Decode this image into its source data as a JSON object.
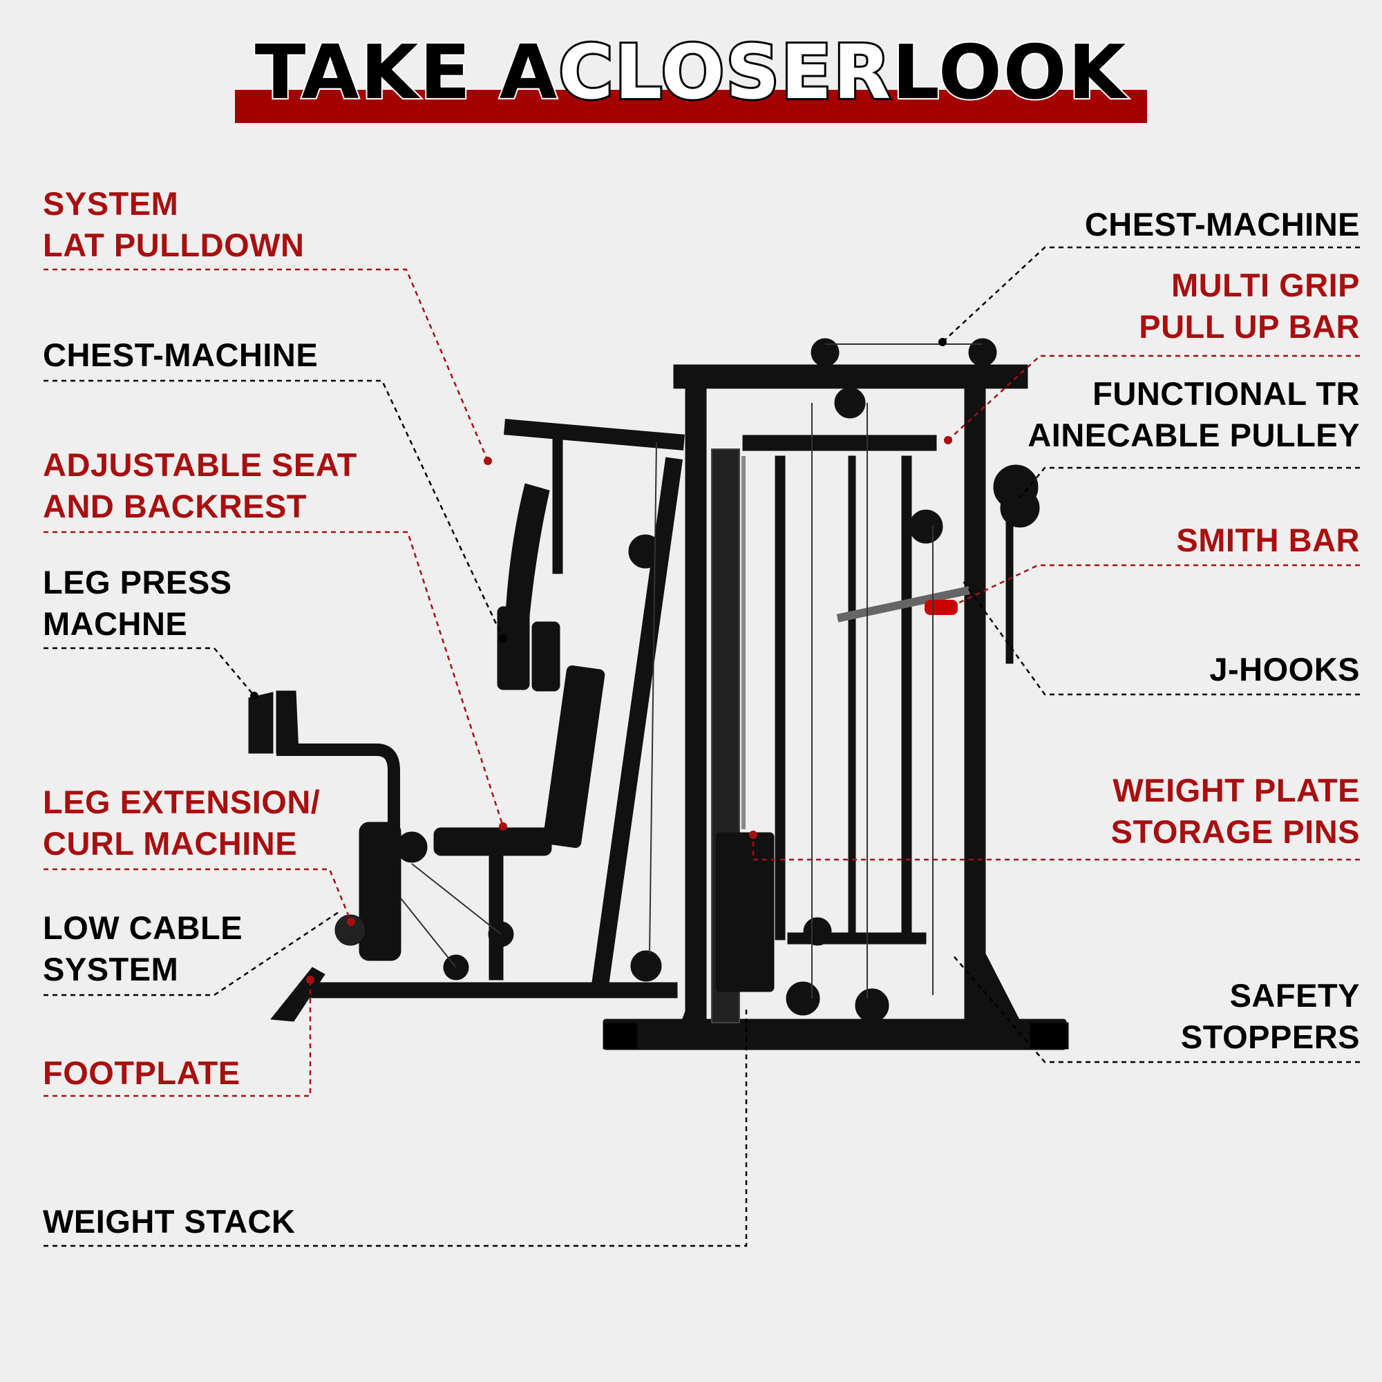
{
  "title": {
    "words": [
      {
        "text": "TAKE A ",
        "style": "black"
      },
      {
        "text": "CLOSER",
        "style": "white"
      },
      {
        "text": " LOOK",
        "style": "black"
      }
    ]
  },
  "colors": {
    "accent_red": "#a80f0f",
    "bar_red": "#a50000",
    "background": "#efefef",
    "text_black": "#000000"
  },
  "labels_left": [
    {
      "lines": [
        "SYSTEM",
        "LAT PULLDOWN"
      ],
      "color": "red"
    },
    {
      "lines": [
        "CHEST-MACHINE"
      ],
      "color": "black"
    },
    {
      "lines": [
        "ADJUSTABLE SEAT",
        "AND BACKREST"
      ],
      "color": "red"
    },
    {
      "lines": [
        "LEG PRESS",
        "MACHNE"
      ],
      "color": "black"
    },
    {
      "lines": [
        "LEG EXTENSION/",
        "CURL MACHINE"
      ],
      "color": "red"
    },
    {
      "lines": [
        "LOW CABLE",
        "SYSTEM"
      ],
      "color": "black"
    },
    {
      "lines": [
        "FOOTPLATE"
      ],
      "color": "red"
    },
    {
      "lines": [
        "WEIGHT STACK"
      ],
      "color": "black"
    }
  ],
  "labels_right": [
    {
      "lines": [
        "CHEST-MACHINE"
      ],
      "color": "black"
    },
    {
      "lines": [
        "MULTI GRIP",
        "PULL UP BAR"
      ],
      "color": "red"
    },
    {
      "lines": [
        "FUNCTIONAL TR",
        "AINECABLE PULLEY"
      ],
      "color": "black"
    },
    {
      "lines": [
        "SMITH BAR"
      ],
      "color": "red"
    },
    {
      "lines": [
        "J-HOOKS"
      ],
      "color": "black"
    },
    {
      "lines": [
        "WEIGHT PLATE",
        "STORAGE PINS"
      ],
      "color": "red"
    },
    {
      "lines": [
        "SAFETY",
        "STOPPERS"
      ],
      "color": "black"
    }
  ]
}
